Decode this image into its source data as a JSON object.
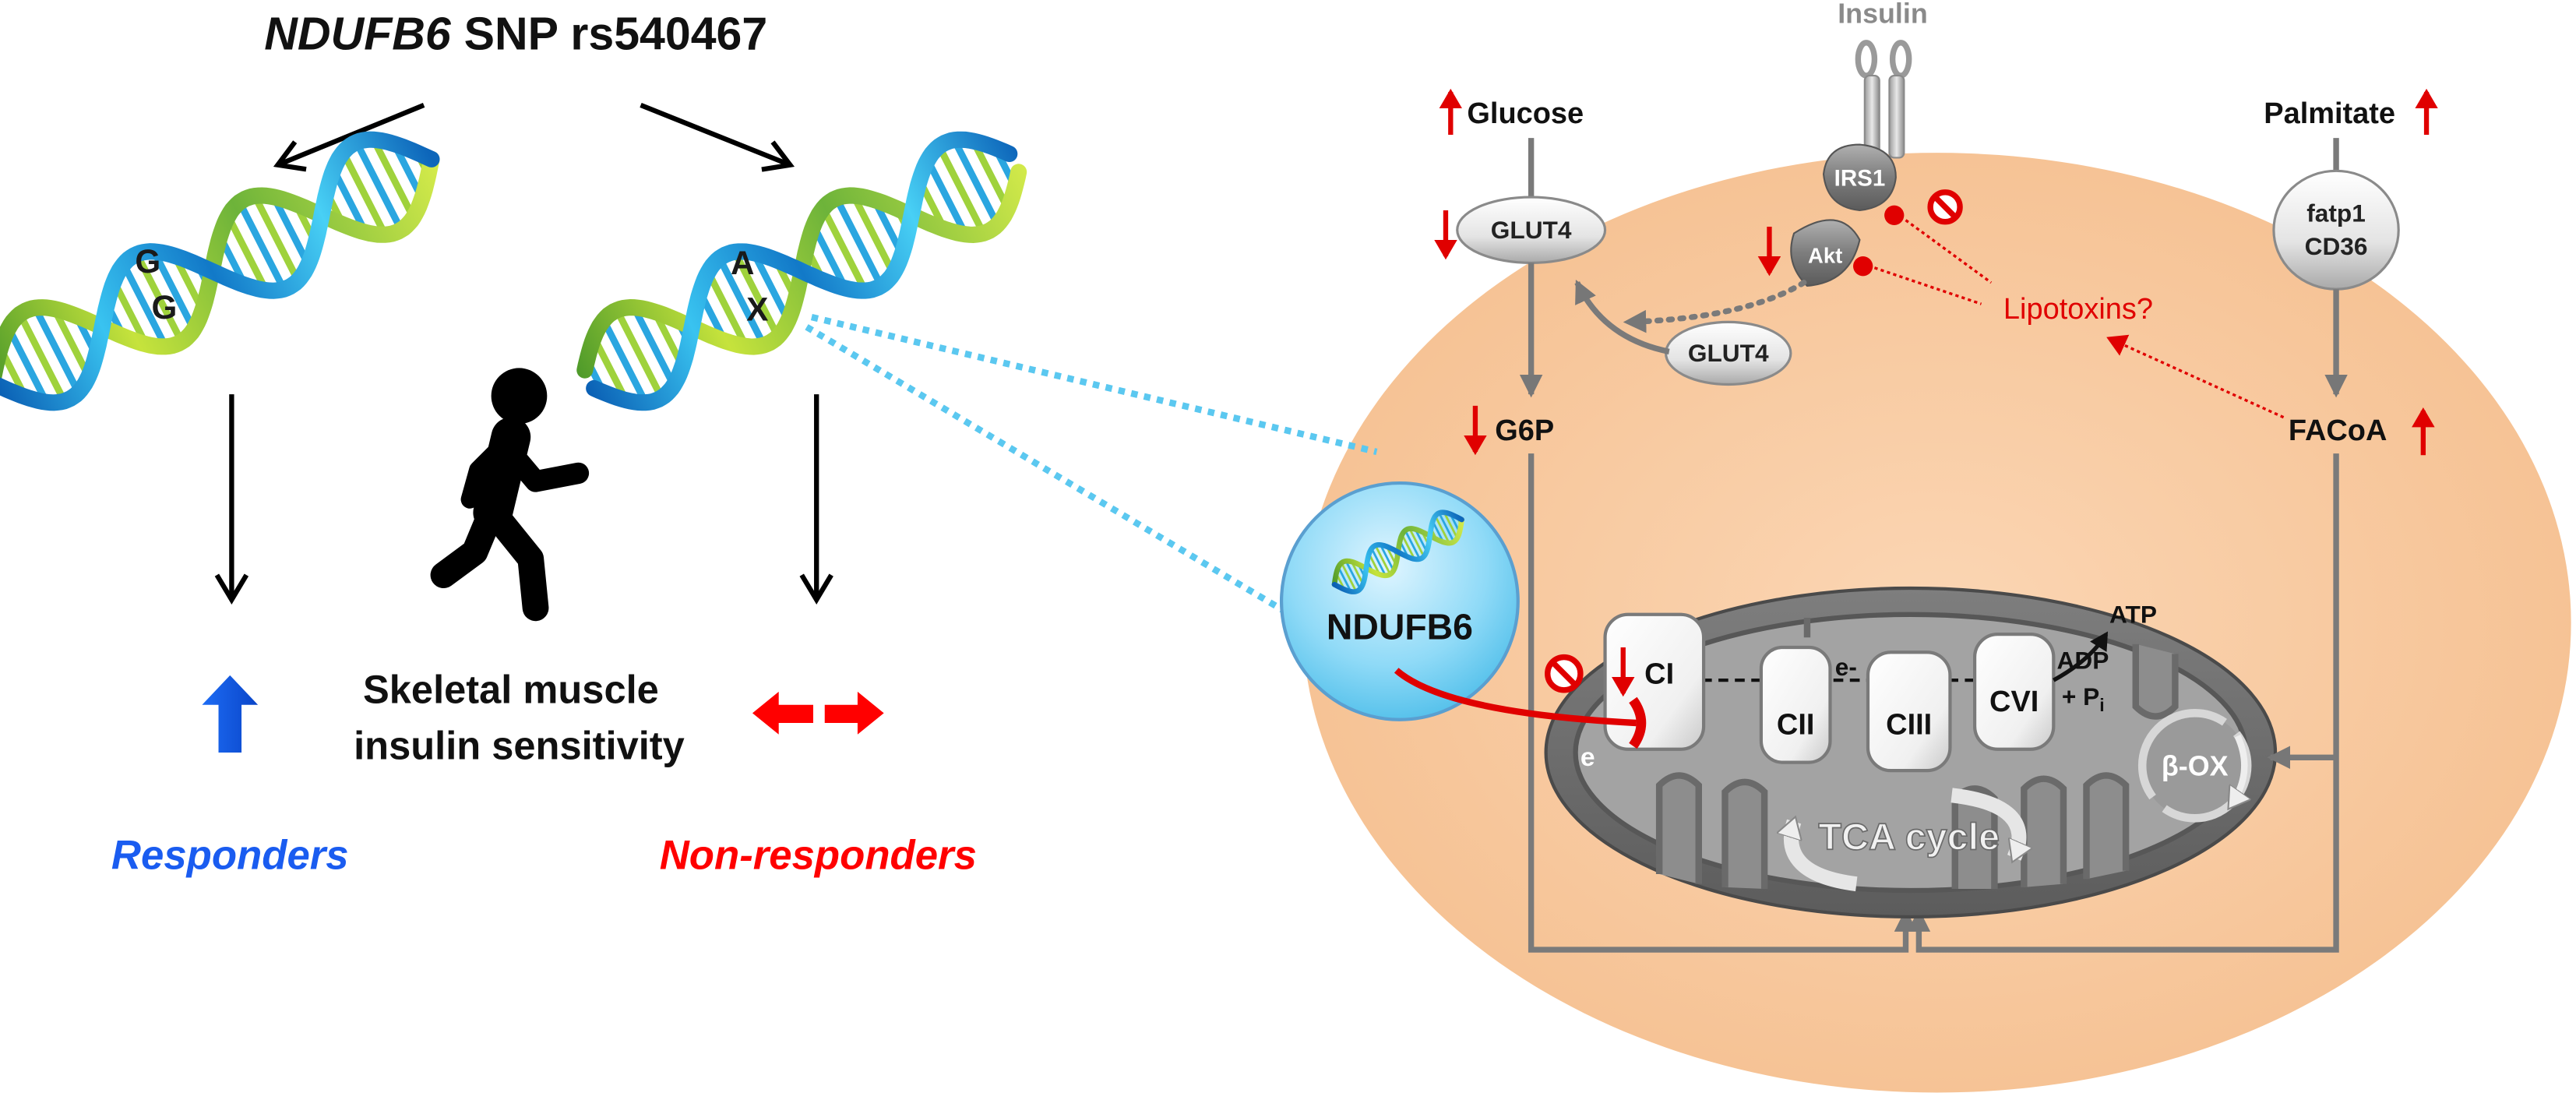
{
  "title": {
    "gene": "NDUFB6",
    "snp": "SNP rs540467"
  },
  "genotype_panel": {
    "genotype_gg": [
      "G",
      "G"
    ],
    "genotype_ax": [
      "A",
      "X"
    ],
    "outcome_label": [
      "Skeletal muscle",
      "insulin sensitivity"
    ],
    "responders": "Responders",
    "non_responders": "Non-responders"
  },
  "cell": {
    "insulin": "Insulin",
    "glucose": "Glucose",
    "palmitate": "Palmitate",
    "glut4_membrane": "GLUT4",
    "glut4_vesicle": "GLUT4",
    "irs1": "IRS1",
    "akt": "Akt",
    "transporter": [
      "fatp1",
      "CD36"
    ],
    "lipotoxins": "Lipotoxins?",
    "g6p": "G6P",
    "facoa": "FACoA",
    "ndufb6": "NDUFB6"
  },
  "mitochondrion": {
    "complexes": [
      "CI",
      "CII",
      "CIII",
      "CVI"
    ],
    "electron_transfer": "e-",
    "electron_entry": "e",
    "atp": "ATP",
    "adp": "ADP",
    "pi": "+ P",
    "pi_subscript": "i",
    "beta_oxidation": "β-OX",
    "tca": "TCA cycle"
  },
  "colors": {
    "responders": "#1a5cf0",
    "non_responders": "#ff0000",
    "regulation_arrow": "#e00000",
    "cell": "#f8c9a1",
    "mitochondrion": "#6e6e6e",
    "ndufb6_circle": "#5cc8f2",
    "insulin_label": "#8a8a8a"
  }
}
